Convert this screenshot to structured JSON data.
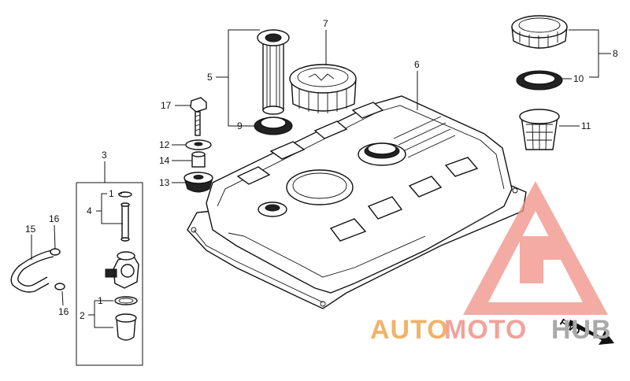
{
  "callouts": {
    "c1a": "1",
    "c1b": "1",
    "c2": "2",
    "c3": "3",
    "c4": "4",
    "c5": "5",
    "c6": "6",
    "c7": "7",
    "c8": "8",
    "c9": "9",
    "c10": "10",
    "c11": "11",
    "c12": "12",
    "c13": "13",
    "c14": "14",
    "c15": "15",
    "c16a": "16",
    "c16b": "16",
    "c17": "17"
  },
  "direction_label": "FWD",
  "watermark": {
    "part1": "AUTO",
    "part2": "MOTO",
    "part3": "HUB",
    "colors": {
      "auto": "#f0b36a",
      "moto": "#f2a29a",
      "hub": "#a9a9a9",
      "triangle": "#f08f86"
    }
  }
}
